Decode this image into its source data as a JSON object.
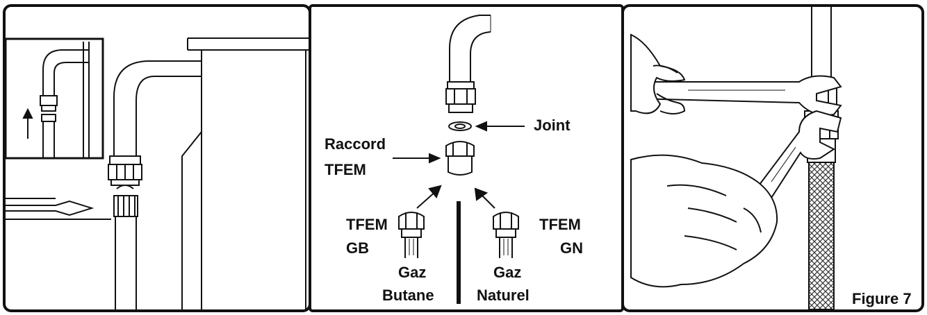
{
  "labels": {
    "joint": "Joint",
    "raccord_line1": "Raccord",
    "raccord_line2": "TFEM",
    "tfem_gb_line1": "TFEM",
    "tfem_gb_line2": "GB",
    "tfem_gn_line1": "TFEM",
    "tfem_gn_line2": "GN",
    "gaz_butane_line1": "Gaz",
    "gaz_butane_line2": "Butane",
    "gaz_naturel_line1": "Gaz",
    "gaz_naturel_line2": "Naturel",
    "figure": "Figure 7"
  },
  "colors": {
    "ink": "#111111",
    "background": "#ffffff"
  }
}
